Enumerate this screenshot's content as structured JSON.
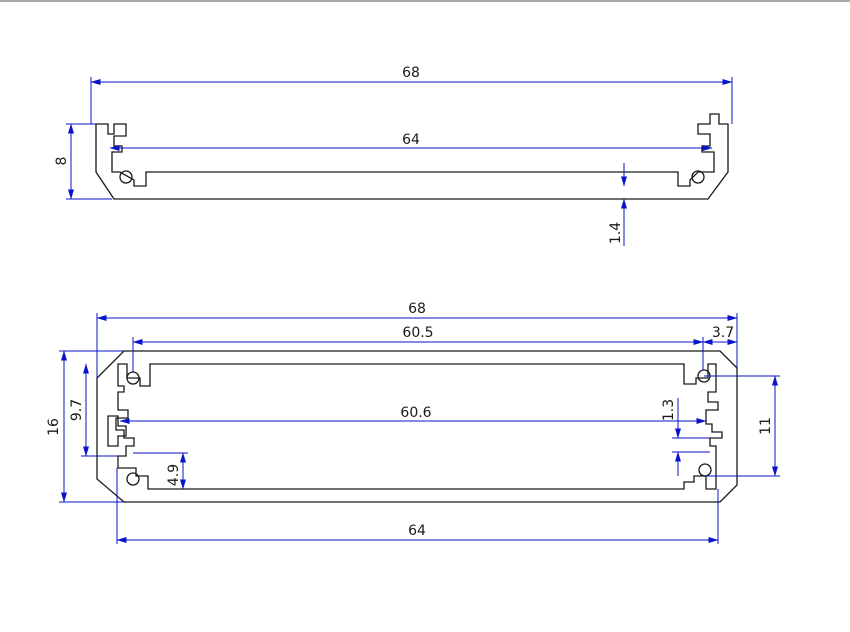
{
  "colors": {
    "outline": "#1a1a1a",
    "dimension": "#0a14c8",
    "text": "#1a1a1a",
    "background": "#ffffff"
  },
  "top_view": {
    "overall_width": "68",
    "inner_width": "64",
    "height": "8",
    "wall_thickness": "1.4"
  },
  "bottom_view": {
    "overall_width": "68",
    "inner_top_width": "60.5",
    "corner_offset": "3.7",
    "mid_width": "60.6",
    "total_height": "16",
    "left_slot_height": "9.7",
    "lower_slot_height": "4.9",
    "right_gap": "1.3",
    "right_height": "11",
    "bottom_width": "64"
  }
}
